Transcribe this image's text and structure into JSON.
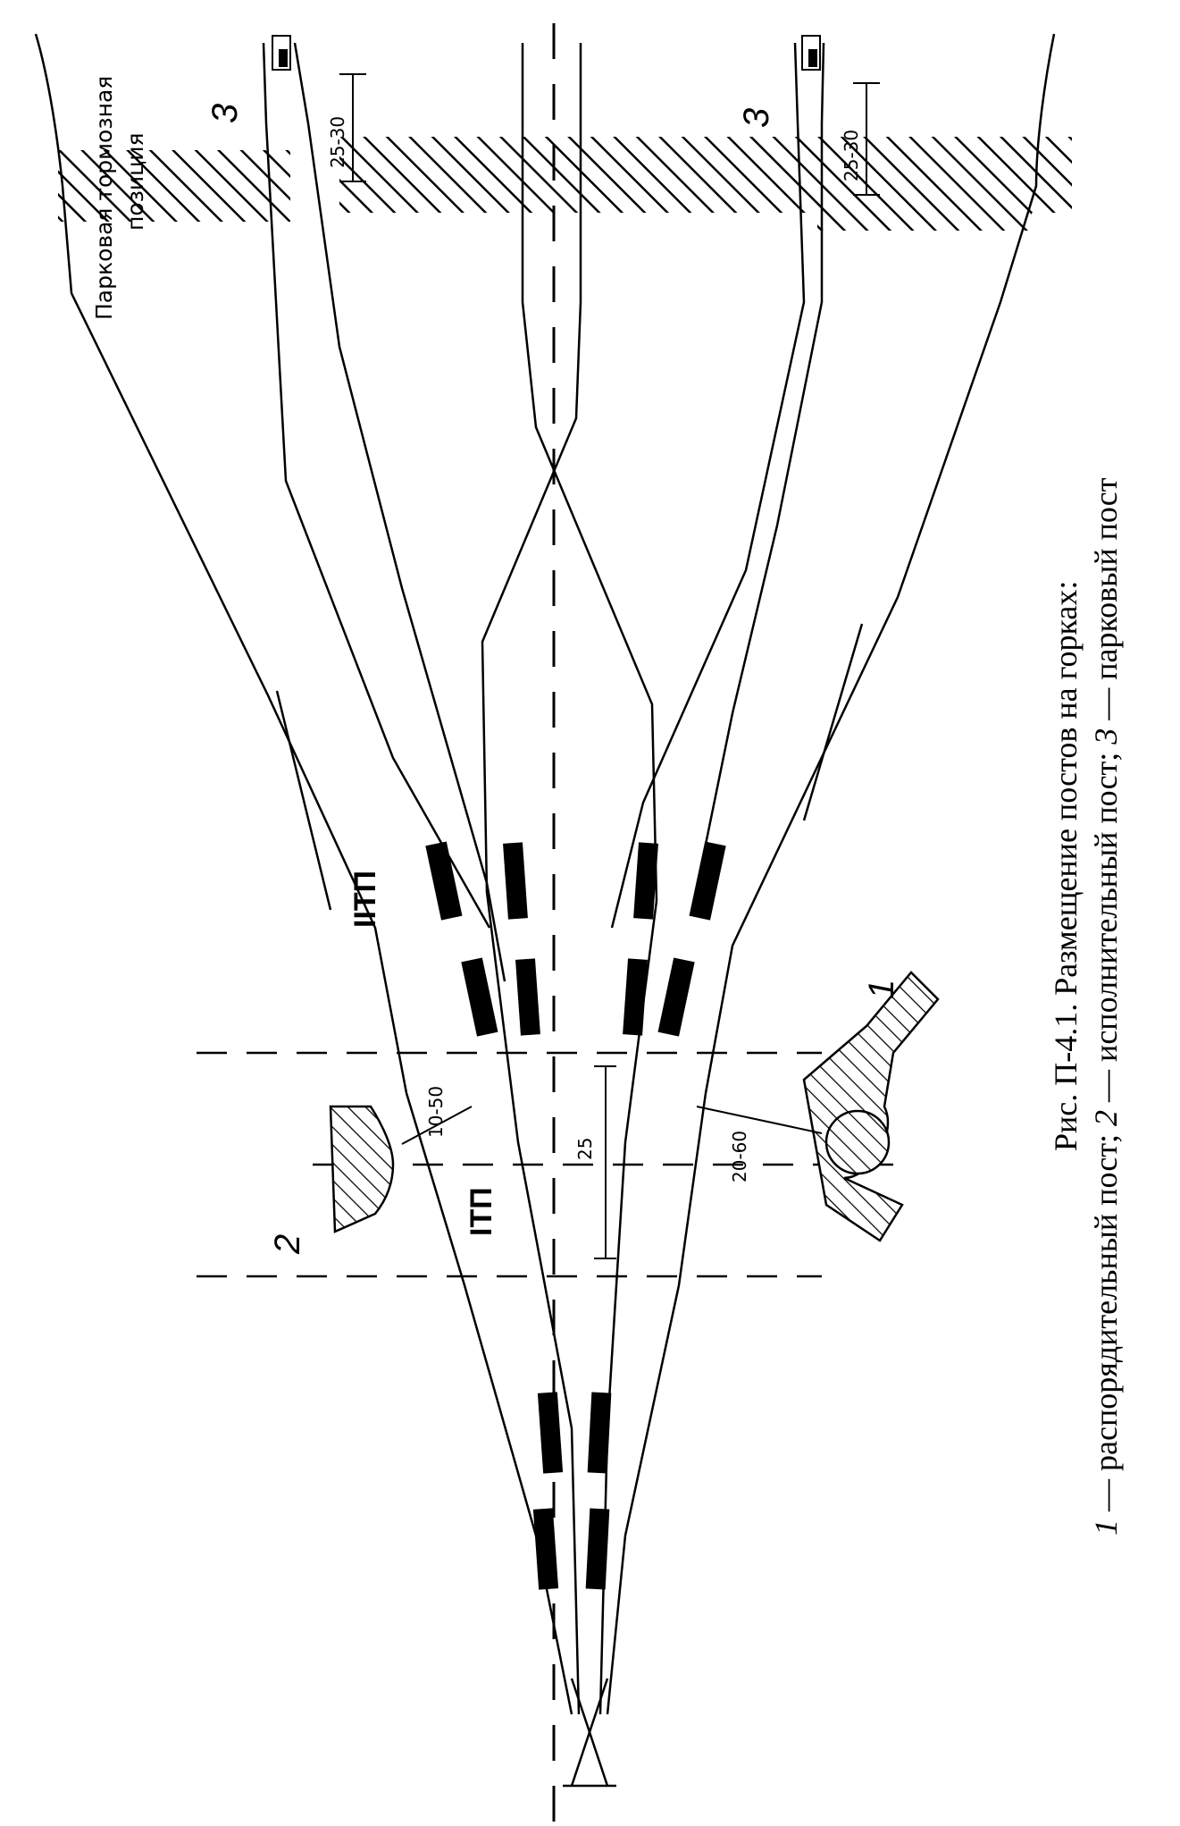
{
  "caption": {
    "title": "Рис. П-4.1. Размещение постов на горках:",
    "legend_1_num": "1",
    "legend_1_text": " — распорядительный пост; ",
    "legend_2_num": "2",
    "legend_2_text": " — исполнительный пост; ",
    "legend_3_num": "3",
    "legend_3_text": " — парковый пост"
  },
  "labels": {
    "park_brake_line1": "Парковая тормозная",
    "park_brake_line2": "позиция",
    "zone_1": "ITП",
    "zone_2": "IIТП",
    "post_1": "1",
    "post_2": "2",
    "post_3_left": "3",
    "post_3_right": "3"
  },
  "dimensions": {
    "post2_clearance": "10-50",
    "post1_clearance": "20-60",
    "gap_25": "25",
    "park_left": "25-30",
    "park_right": "25-30"
  },
  "colors": {
    "ink": "#000000",
    "paper": "#ffffff"
  }
}
